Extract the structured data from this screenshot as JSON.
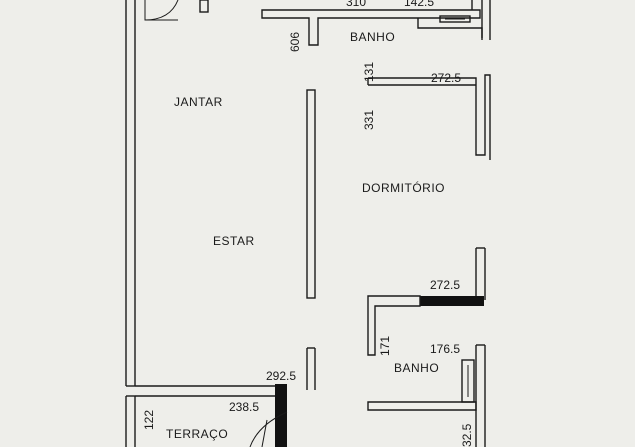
{
  "rooms": {
    "banho_top": "BANHO",
    "jantar": "JANTAR",
    "dormitorio": "DORMITÓRIO",
    "estar": "ESTAR",
    "banho_bottom": "BANHO",
    "terraco": "TERRAÇO"
  },
  "dimensions": {
    "d_606": "606",
    "d_310": "310",
    "d_142_5": "142.5",
    "d_131": "131",
    "d_331": "331",
    "d_272_5_top": "272.5",
    "d_272_5_mid": "272.5",
    "d_171": "171",
    "d_176_5": "176.5",
    "d_292_5": "292.5",
    "d_238_5": "238.5",
    "d_122": "122",
    "d_32_5": "32.5"
  },
  "colors": {
    "ink": "#1a1a1a",
    "paper": "#eeeeea"
  }
}
